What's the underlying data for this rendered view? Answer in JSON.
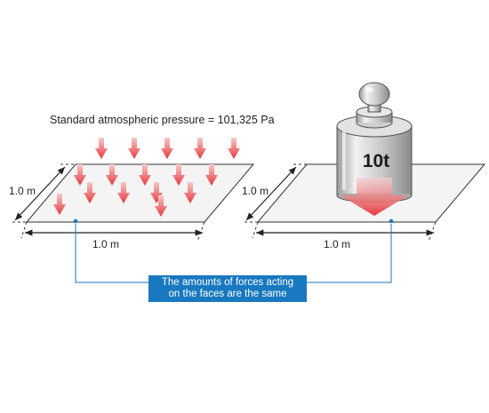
{
  "caption": "Standard atmospheric pressure = 101,325 Pa",
  "left_plate": {
    "side_dimension": "1.0 m",
    "bottom_dimension": "1.0 m",
    "arrow_count": 16
  },
  "right_plate": {
    "side_dimension": "1.0 m",
    "bottom_dimension": "1.0 m"
  },
  "weight": {
    "label": "10t"
  },
  "note": {
    "line1": "The amounts of forces acting",
    "line2": "on the faces are the same"
  },
  "colors": {
    "arrow": "#e8474a",
    "note_bg": "#1878c0",
    "plate_fill": "#f4f4f4",
    "weight_body": "#c8c8c8"
  }
}
